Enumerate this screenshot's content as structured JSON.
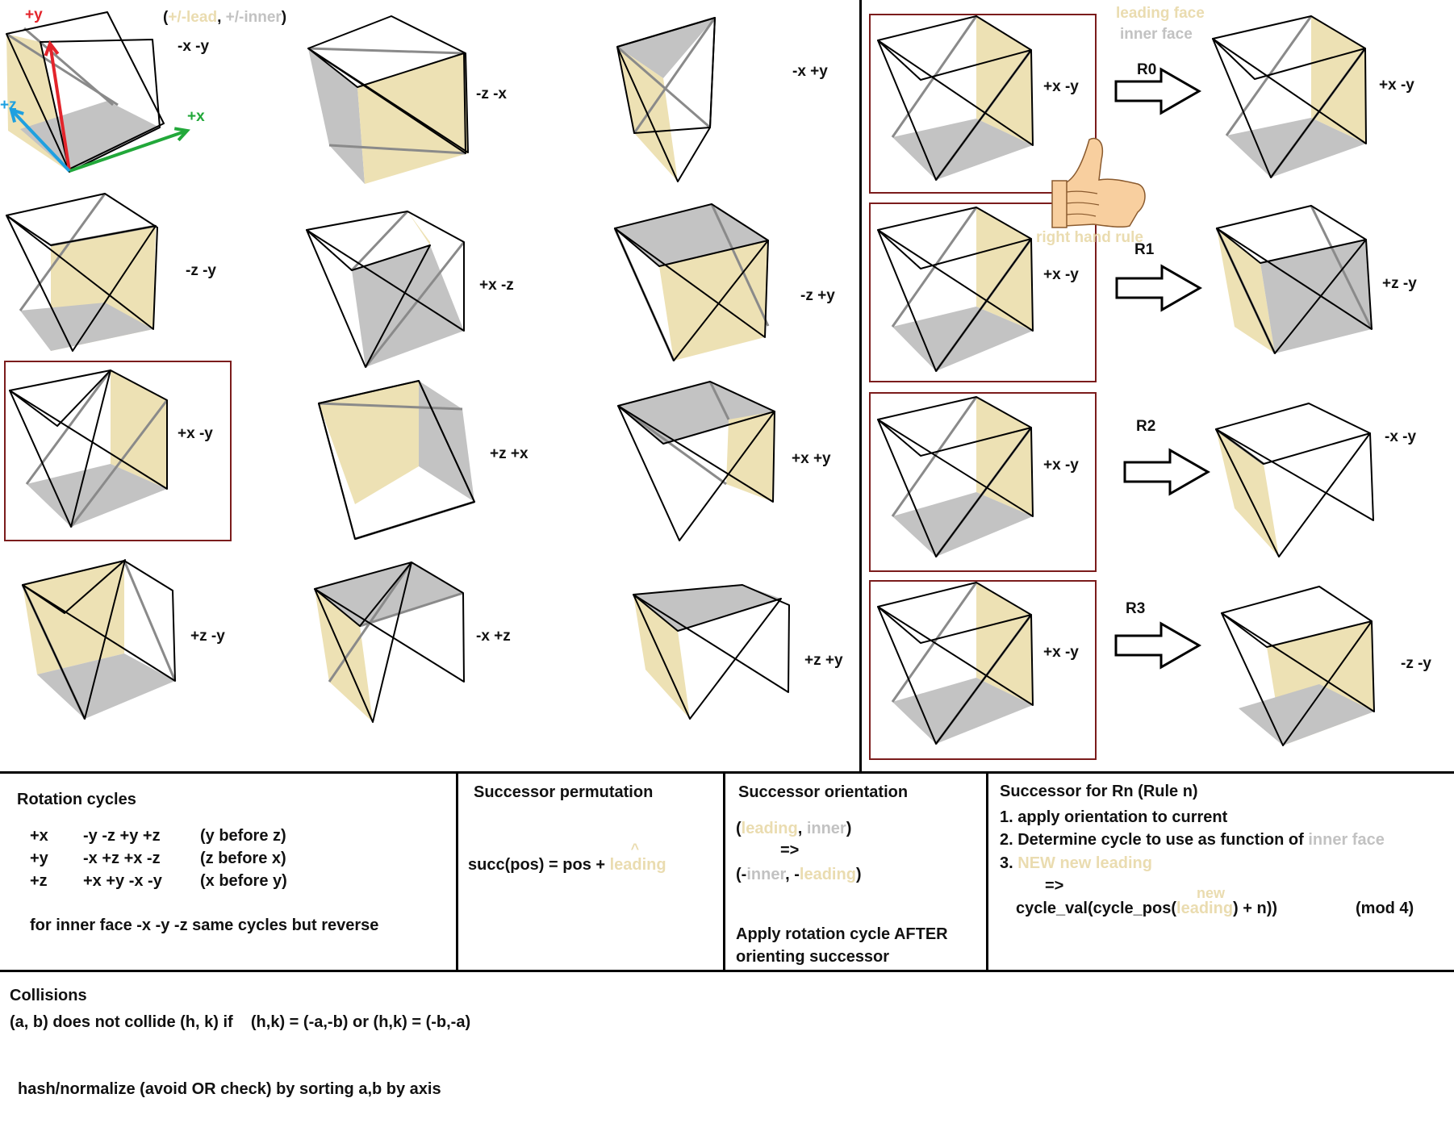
{
  "colors": {
    "leading": "#ede1b4",
    "inner": "#c3c3c3",
    "highlight_box": "#7b1c1c",
    "axis_x": "#22a83a",
    "axis_y": "#e3242b",
    "axis_z": "#1ea0e0"
  },
  "axes": {
    "x": "+x",
    "y": "+y",
    "z": "+z"
  },
  "legend_top": {
    "open": "(",
    "lead": "+/-lead",
    "comma": ", ",
    "inner": "+/-inner",
    "close": ")"
  },
  "cube_labels": [
    "-x -y",
    "-z -x",
    "-x +y",
    "-z -y",
    "+x -z",
    "-z +y",
    "+x -y",
    "+z +x",
    "+x +y",
    "+z -y",
    "-x +z",
    "+z  +y"
  ],
  "right_legend": {
    "leading": "leading face",
    "inner": "inner face"
  },
  "thumb": {
    "icon": "thumbs-up-icon",
    "label": "right hand rule"
  },
  "rules": [
    {
      "name": "R0",
      "source_label": "+x -y",
      "result_label": "+x -y"
    },
    {
      "name": "R1",
      "source_label": "+x -y",
      "result_label": "+z -y"
    },
    {
      "name": "R2",
      "source_label": "+x -y",
      "result_label": "-x -y"
    },
    {
      "name": "R3",
      "source_label": "+x -y",
      "result_label": "-z -y"
    }
  ],
  "rotation_cycles": {
    "title": "Rotation cycles",
    "rows": [
      {
        "axis": "+x",
        "cycle": "-y -z +y +z",
        "note": "(y before z)"
      },
      {
        "axis": "+y",
        "cycle": "-x +z +x -z",
        "note": "(z before x)"
      },
      {
        "axis": "+z",
        "cycle": "+x +y -x -y",
        "note": "(x before y)"
      }
    ],
    "footer": "for inner face -x -y -z same cycles but reverse"
  },
  "successor_permutation": {
    "title": "Successor permutation",
    "formula": "succ(pos) = pos + ",
    "hat": "^",
    "leading": "leading"
  },
  "successor_orientation": {
    "title": "Successor orientation",
    "line1_open": "(",
    "line1_leading": "leading",
    "line1_comma": ", ",
    "line1_inner": "inner",
    "line1_close": ")",
    "arrow": "=>",
    "line2_open": "(-",
    "line2_inner": "inner",
    "line2_comma": ", -",
    "line2_leading": "leading",
    "line2_close": ")",
    "footer1": "Apply rotation cycle AFTER",
    "footer2": "orienting successor"
  },
  "successor_rule": {
    "title": "Successor  for Rn (Rule n)",
    "step1": "1. apply orientation to current",
    "step2_a": "2. Determine cycle to use as function of ",
    "step2_b": "inner face",
    "step3_a": "3. ",
    "step3_b": "NEW new leading",
    "arrow": "=>",
    "formula_a": "cycle_val(cycle_pos(",
    "formula_new": "new",
    "formula_leading": "leading",
    "formula_b": ") + n))",
    "mod": "(mod 4)"
  },
  "collisions": {
    "title": "Collisions",
    "line1": "(a, b) does not collide (h, k) if    (h,k) = (-a,-b) or (h,k) = (-b,-a)",
    "line2": "hash/normalize (avoid OR check) by sorting a,b by axis"
  }
}
